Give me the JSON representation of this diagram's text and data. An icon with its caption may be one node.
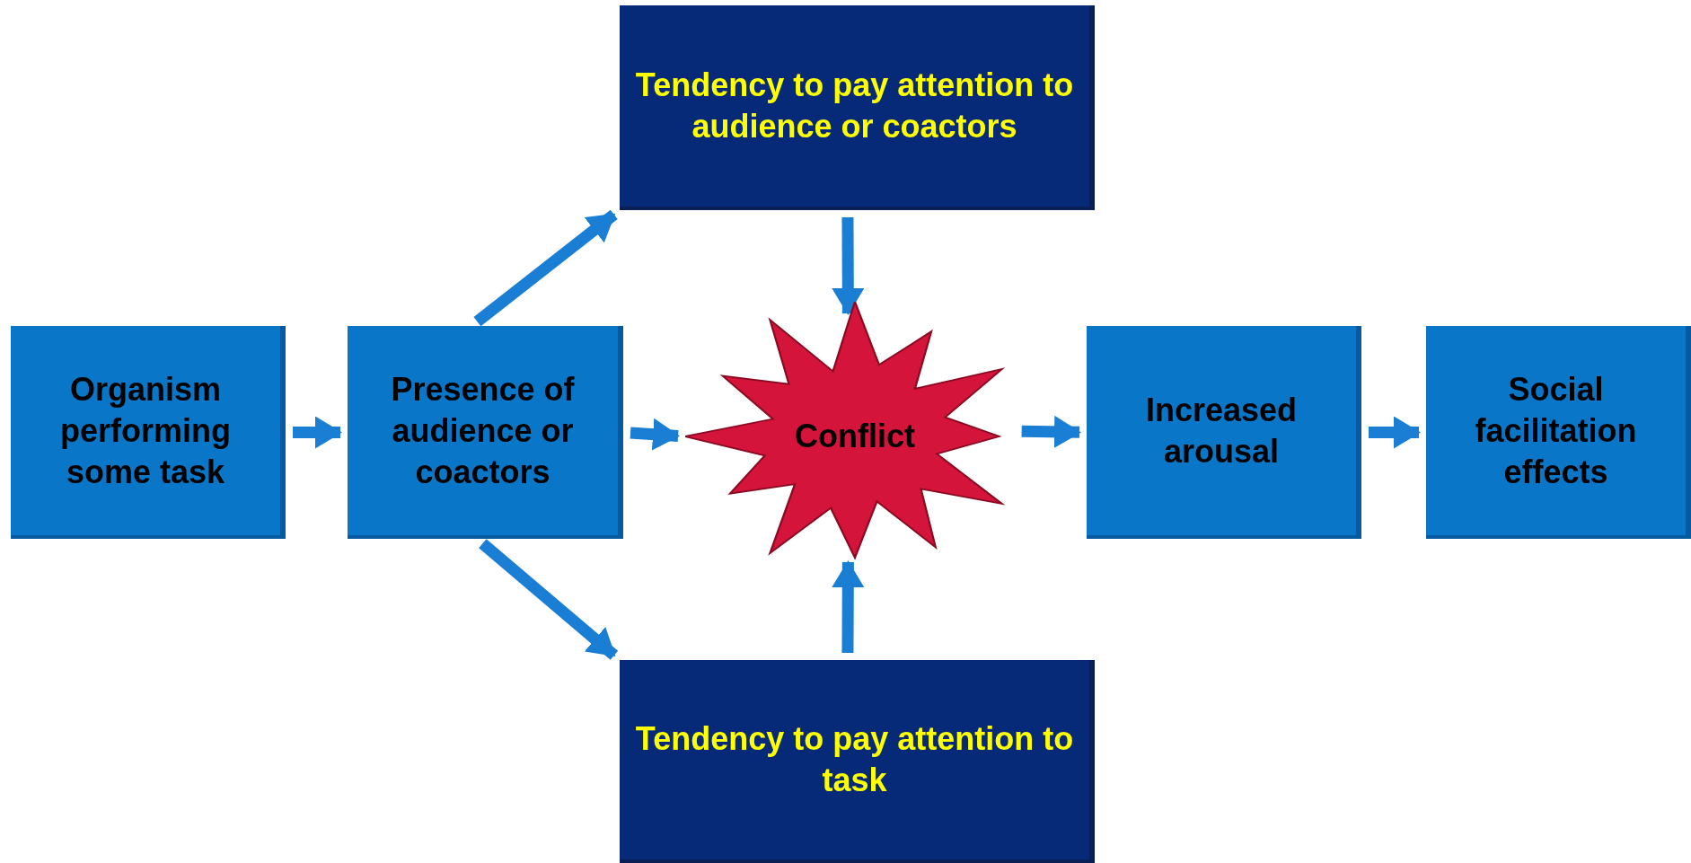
{
  "diagram": {
    "nodes": [
      {
        "text": [
          "Organism performing some task"
        ]
      },
      {
        "text": [
          "Presence of audience or coactors"
        ]
      },
      {
        "text": [
          "Tendency to pay attention to audience or coactors"
        ]
      },
      {
        "text": [
          "Conflict"
        ]
      },
      {
        "text": [
          "Tendency to pay attention to task"
        ]
      },
      {
        "text": [
          "Increased arousal"
        ]
      },
      {
        "text": [
          "Social facilitation effects"
        ]
      }
    ],
    "edges": [
      {
        "from": 0,
        "to": 1,
        "arrow": "to"
      },
      {
        "from": 1,
        "to": 2,
        "arrow": "to"
      },
      {
        "from": 1,
        "to": 3,
        "arrow": "to"
      },
      {
        "from": 1,
        "to": 4,
        "arrow": "to"
      },
      {
        "from": 2,
        "to": 3,
        "arrow": "to"
      },
      {
        "from": 4,
        "to": 3,
        "arrow": "to"
      },
      {
        "from": 3,
        "to": 5,
        "arrow": "to"
      },
      {
        "from": 5,
        "to": 6,
        "arrow": "to"
      }
    ]
  }
}
